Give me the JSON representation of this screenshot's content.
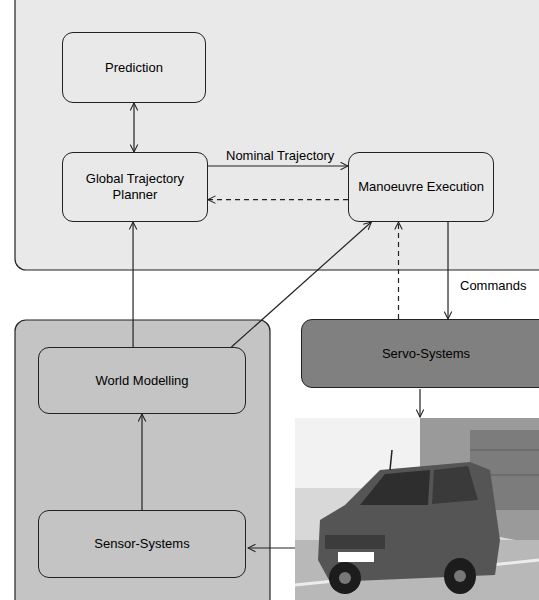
{
  "diagram": {
    "nodes": [
      {
        "text": [
          "Prediction"
        ]
      },
      {
        "text": [
          "Global Trajectory Planner"
        ]
      },
      {
        "text": [
          "Manoeuvre Execution"
        ]
      },
      {
        "text": [
          "Servo-Systems"
        ]
      },
      {
        "text": [
          "World Modelling"
        ]
      },
      {
        "text": [
          "Sensor-Systems"
        ]
      }
    ],
    "edges": [
      {
        "from": 0,
        "to": 1,
        "arrow": "both"
      },
      {
        "from": 1,
        "to": 2,
        "arrow": "to",
        "label": "Nominal Trajectory"
      },
      {
        "from": 2,
        "to": 1,
        "arrow": "to"
      },
      {
        "from": 2,
        "to": 3,
        "arrow": "to",
        "label": "Commands"
      },
      {
        "from": 3,
        "to": 2,
        "arrow": "to"
      },
      {
        "from": 4,
        "to": 1,
        "arrow": "to"
      },
      {
        "from": 4,
        "to": 2,
        "arrow": "to"
      },
      {
        "from": 5,
        "to": 4,
        "arrow": "to"
      }
    ]
  }
}
